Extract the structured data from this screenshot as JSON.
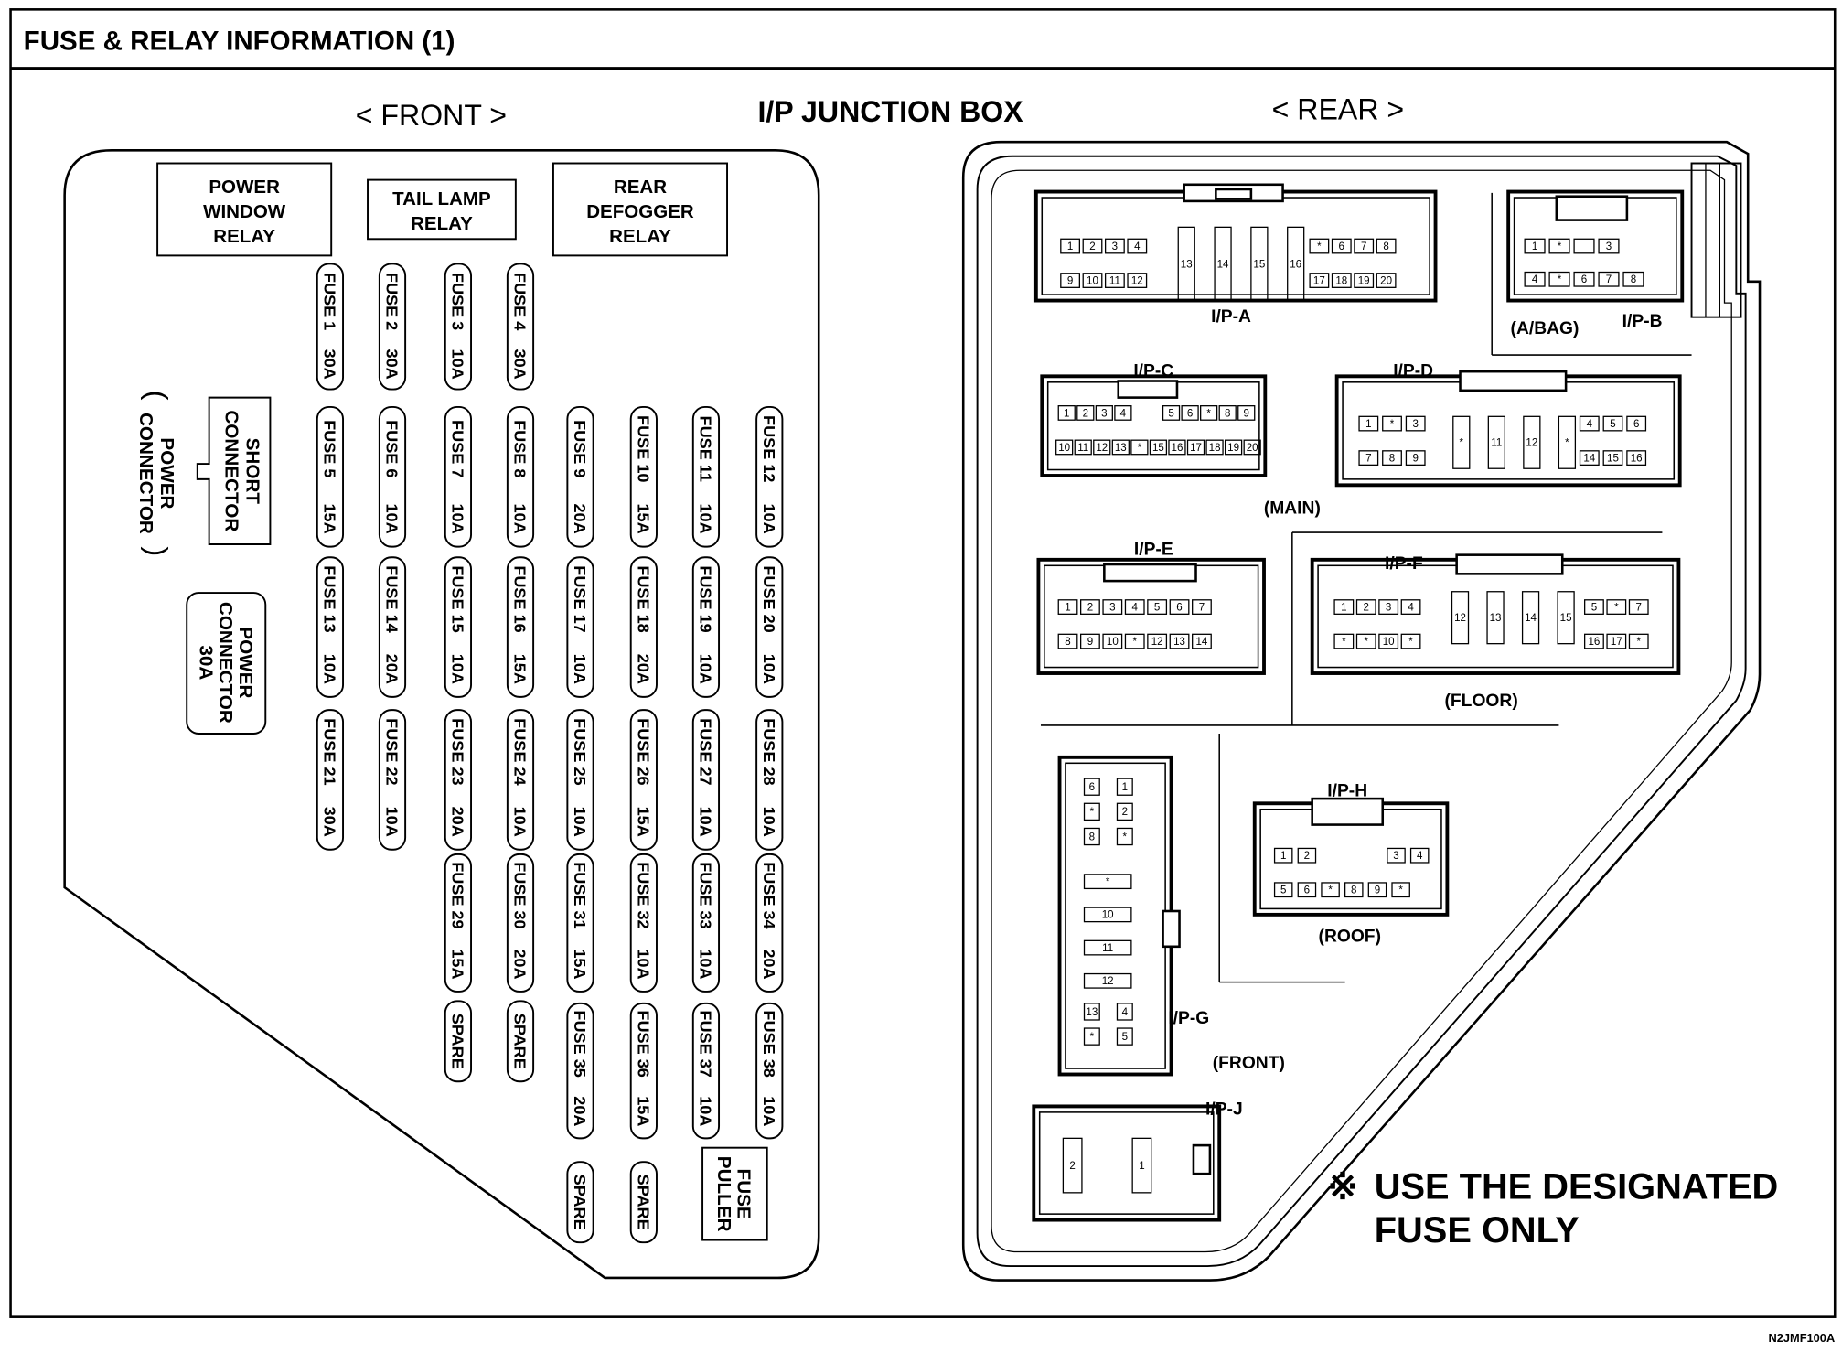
{
  "title": "FUSE & RELAY INFORMATION (1)",
  "headings": {
    "front": "< FRONT >",
    "center": "I/P JUNCTION BOX",
    "rear": "< REAR >"
  },
  "front": {
    "relays": [
      {
        "lines": [
          "POWER",
          "WINDOW",
          "RELAY"
        ]
      },
      {
        "lines": [
          "TAIL LAMP",
          "RELAY"
        ]
      },
      {
        "lines": [
          "REAR",
          "DEFOGGER",
          "RELAY"
        ]
      }
    ],
    "short_connector": [
      "SHORT",
      "CONNECTOR"
    ],
    "power_connector_label": [
      "POWER",
      "CONNECTOR"
    ],
    "power_connector_30a": [
      "POWER",
      "CONNECTOR",
      "30A"
    ],
    "fuses": [
      {
        "label": "FUSE 1",
        "amp": "30A"
      },
      {
        "label": "FUSE 2",
        "amp": "30A"
      },
      {
        "label": "FUSE 3",
        "amp": "10A"
      },
      {
        "label": "FUSE 4",
        "amp": "30A"
      },
      {
        "label": "FUSE 5",
        "amp": "15A"
      },
      {
        "label": "FUSE 6",
        "amp": "10A"
      },
      {
        "label": "FUSE 7",
        "amp": "10A"
      },
      {
        "label": "FUSE 8",
        "amp": "10A"
      },
      {
        "label": "FUSE 9",
        "amp": "20A"
      },
      {
        "label": "FUSE 10",
        "amp": "15A"
      },
      {
        "label": "FUSE 11",
        "amp": "10A"
      },
      {
        "label": "FUSE 12",
        "amp": "10A"
      },
      {
        "label": "FUSE 13",
        "amp": "10A"
      },
      {
        "label": "FUSE 14",
        "amp": "20A"
      },
      {
        "label": "FUSE 15",
        "amp": "10A"
      },
      {
        "label": "FUSE 16",
        "amp": "15A"
      },
      {
        "label": "FUSE 17",
        "amp": "10A"
      },
      {
        "label": "FUSE 18",
        "amp": "20A"
      },
      {
        "label": "FUSE 19",
        "amp": "10A"
      },
      {
        "label": "FUSE 20",
        "amp": "10A"
      },
      {
        "label": "FUSE 21",
        "amp": "30A"
      },
      {
        "label": "FUSE 22",
        "amp": "10A"
      },
      {
        "label": "FUSE 23",
        "amp": "20A"
      },
      {
        "label": "FUSE 24",
        "amp": "10A"
      },
      {
        "label": "FUSE 25",
        "amp": "10A"
      },
      {
        "label": "FUSE 26",
        "amp": "15A"
      },
      {
        "label": "FUSE 27",
        "amp": "10A"
      },
      {
        "label": "FUSE 28",
        "amp": "10A"
      },
      {
        "label": "FUSE 29",
        "amp": "15A"
      },
      {
        "label": "FUSE 30",
        "amp": "20A"
      },
      {
        "label": "FUSE 31",
        "amp": "15A"
      },
      {
        "label": "FUSE 32",
        "amp": "10A"
      },
      {
        "label": "FUSE 33",
        "amp": "10A"
      },
      {
        "label": "FUSE 34",
        "amp": "20A"
      },
      {
        "label": "FUSE 35",
        "amp": "20A"
      },
      {
        "label": "FUSE 36",
        "amp": "15A"
      },
      {
        "label": "FUSE 37",
        "amp": "10A"
      },
      {
        "label": "FUSE 38",
        "amp": "10A"
      }
    ],
    "spare_label": "SPARE",
    "fuse_puller": [
      "FUSE",
      "PULLER"
    ]
  },
  "rear": {
    "connectors": {
      "ipa": {
        "name": "I/P-A",
        "sub": ""
      },
      "ipb": {
        "name": "I/P-B",
        "sub": "(A/BAG)"
      },
      "ipc": {
        "name": "I/P-C",
        "sub": ""
      },
      "ipd": {
        "name": "I/P-D",
        "sub": "(MAIN)"
      },
      "ipe": {
        "name": "I/P-E",
        "sub": ""
      },
      "ipf": {
        "name": "I/P-F",
        "sub": "(FLOOR)"
      },
      "ipg": {
        "name": "I/P-G",
        "sub": "(FRONT)"
      },
      "iph": {
        "name": "I/P-H",
        "sub": "(ROOF)"
      },
      "ipj": {
        "name": "I/P-J",
        "sub": ""
      }
    },
    "pins": {
      "ipa": {
        "left_top": [
          "1",
          "2",
          "3",
          "4"
        ],
        "left_bot": [
          "9",
          "10",
          "11",
          "12"
        ],
        "mid": [
          "13",
          "14",
          "15",
          "16"
        ],
        "right_top": [
          "*",
          "6",
          "7",
          "8"
        ],
        "right_bot": [
          "17",
          "18",
          "19",
          "20"
        ]
      },
      "ipb": {
        "top": [
          "1",
          "*",
          "",
          "3"
        ],
        "bot": [
          "4",
          "*",
          "6",
          "7",
          "8"
        ]
      },
      "ipc": {
        "top_left": [
          "1",
          "2",
          "3",
          "4"
        ],
        "top_right": [
          "5",
          "6",
          "*",
          "8",
          "9"
        ],
        "bot": [
          "10",
          "11",
          "12",
          "13",
          "*",
          "15",
          "16",
          "17",
          "18",
          "19",
          "20"
        ]
      },
      "ipd": {
        "left_top": [
          "1",
          "*",
          "3"
        ],
        "left_bot": [
          "7",
          "8",
          "9"
        ],
        "mid": [
          "*",
          "11",
          "12",
          "*"
        ],
        "right_top": [
          "4",
          "5",
          "6"
        ],
        "right_bot": [
          "14",
          "15",
          "16"
        ]
      },
      "ipe": {
        "top": [
          "1",
          "2",
          "3",
          "4",
          "5",
          "6",
          "7"
        ],
        "bot": [
          "8",
          "9",
          "10",
          "*",
          "12",
          "13",
          "14"
        ]
      },
      "ipf": {
        "left_top": [
          "1",
          "2",
          "3",
          "4"
        ],
        "left_bot": [
          "*",
          "*",
          "10",
          "*"
        ],
        "mid": [
          "12",
          "13",
          "14",
          "15"
        ],
        "right_top": [
          "5",
          "*",
          "7"
        ],
        "right_bot": [
          "16",
          "17",
          "*"
        ]
      },
      "ipg": {
        "pairs": [
          [
            "6",
            "1"
          ],
          [
            "*",
            "2"
          ],
          [
            "8",
            "*"
          ]
        ],
        "singles": [
          "*",
          "10",
          "11",
          "12"
        ],
        "pairs2": [
          [
            "13",
            "4"
          ],
          [
            "*",
            "5"
          ]
        ]
      },
      "iph": {
        "top": [
          "1",
          "2",
          "3",
          "4"
        ],
        "bot": [
          "5",
          "6",
          "*",
          "8",
          "9",
          "*"
        ]
      },
      "ipj": [
        "2",
        "1"
      ]
    },
    "note_symbol": "※",
    "note_lines": [
      "USE THE DESIGNATED",
      "FUSE ONLY"
    ]
  },
  "code": "N2JMF100A"
}
